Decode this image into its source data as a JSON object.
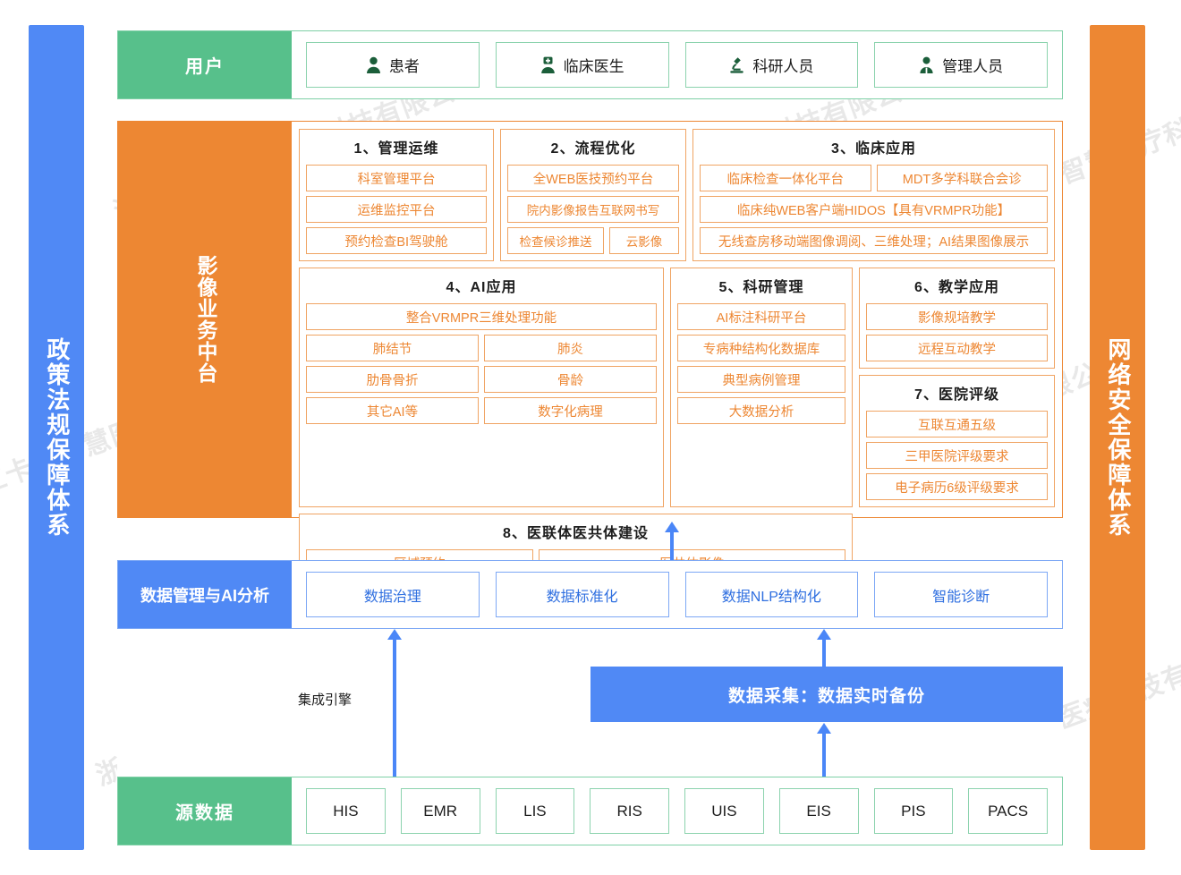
{
  "colors": {
    "green": "#57C08B",
    "orange": "#ED8733",
    "blue": "#5089F5",
    "orange_border": "#F0A463",
    "green_border": "#8CD3AE",
    "blue_border": "#7DA8F5"
  },
  "watermark": {
    "text": "浙江卡易智慧医疗科技有限公司"
  },
  "left_bar": {
    "label": "政策法规保障体系"
  },
  "right_bar": {
    "label": "网络安全保障体系"
  },
  "users": {
    "label": "用户",
    "items": [
      {
        "label": "患者",
        "icon": "person-icon"
      },
      {
        "label": "临床医生",
        "icon": "doctor-icon"
      },
      {
        "label": "科研人员",
        "icon": "microscope-icon"
      },
      {
        "label": "管理人员",
        "icon": "manager-icon"
      }
    ]
  },
  "middle": {
    "label": "影像业务中台",
    "groups": [
      {
        "title": "1、管理运维",
        "rows": [
          [
            "科室管理平台"
          ],
          [
            "运维监控平台"
          ],
          [
            "预约检查BI驾驶舱"
          ]
        ]
      },
      {
        "title": "2、流程优化",
        "rows": [
          [
            "全WEB医技预约平台"
          ],
          [
            "院内影像报告互联网书写"
          ],
          [
            "检查候诊推送",
            "云影像"
          ]
        ]
      },
      {
        "title": "3、临床应用",
        "rows": [
          [
            "临床检查一体化平台",
            "MDT多学科联合会诊"
          ],
          [
            "临床纯WEB客户端HIDOS【具有VRMPR功能】"
          ],
          [
            "无线查房移动端图像调阅、三维处理；AI结果图像展示"
          ]
        ]
      },
      {
        "title": "4、AI应用",
        "rows": [
          [
            "整合VRMPR三维处理功能"
          ],
          [
            "肺结节",
            "肺炎"
          ],
          [
            "肋骨骨折",
            "骨龄"
          ],
          [
            "其它AI等",
            "数字化病理"
          ]
        ]
      },
      {
        "title": "5、科研管理",
        "rows": [
          [
            "AI标注科研平台"
          ],
          [
            "专病种结构化数据库"
          ],
          [
            "典型病例管理"
          ],
          [
            "大数据分析"
          ]
        ]
      },
      {
        "title": "6、教学应用",
        "rows": [
          [
            "影像规培教学"
          ],
          [
            "远程互动教学"
          ]
        ]
      },
      {
        "title": "7、医院评级",
        "rows": [
          [
            "互联互通五级"
          ],
          [
            "三甲医院评级要求"
          ],
          [
            "电子病历6级评级要求"
          ]
        ]
      },
      {
        "title": "8、医联体医共体建设",
        "rows": [
          [
            "区域预约",
            "医共体影像"
          ]
        ]
      }
    ]
  },
  "data_layer": {
    "label": "数据管理与AI分析",
    "items": [
      "数据治理",
      "数据标准化",
      "数据NLP结构化",
      "智能诊断"
    ]
  },
  "middle_gap": {
    "engine_label": "集成引擎",
    "collect_label": "数据采集：数据实时备份"
  },
  "source": {
    "label": "源数据",
    "items": [
      "HIS",
      "EMR",
      "LIS",
      "RIS",
      "UIS",
      "EIS",
      "PIS",
      "PACS"
    ]
  }
}
